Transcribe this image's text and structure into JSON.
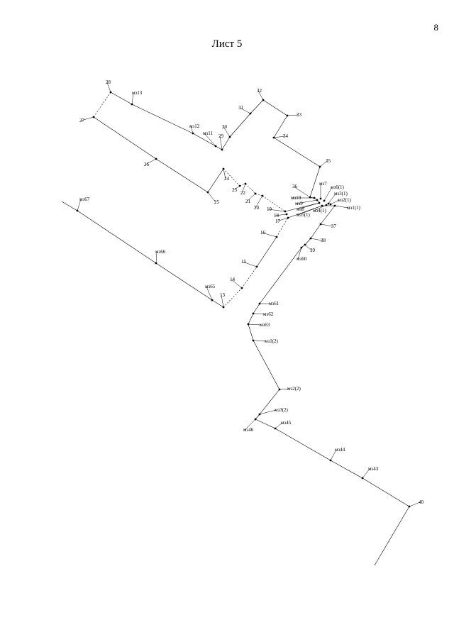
{
  "page_number": "8",
  "sheet_title": "Лист 5",
  "labels": [
    "28",
    "мз13",
    "27",
    "26",
    "мз12",
    "мз11",
    "30",
    "29",
    "31",
    "32",
    "33",
    "34",
    "35",
    "25",
    "24",
    "23",
    "22",
    "21",
    "20",
    "19",
    "18",
    "17",
    "36",
    "мз10",
    "мз9",
    "мз8",
    "мз7",
    "мз6(1)",
    "мз5(1)",
    "мз4(1)",
    "мз3(1)",
    "мз2(1)",
    "мз1(1)",
    "37",
    "38",
    "39",
    "мз60",
    "16",
    "15",
    "14",
    "мз65",
    "13",
    "мз66",
    "мз67",
    "мз61",
    "мз62",
    "мз63",
    "мз1(2)",
    "мз2(2)",
    "мз3(2)",
    "мз45",
    "мз46",
    "мз44",
    "мз43",
    "40"
  ]
}
